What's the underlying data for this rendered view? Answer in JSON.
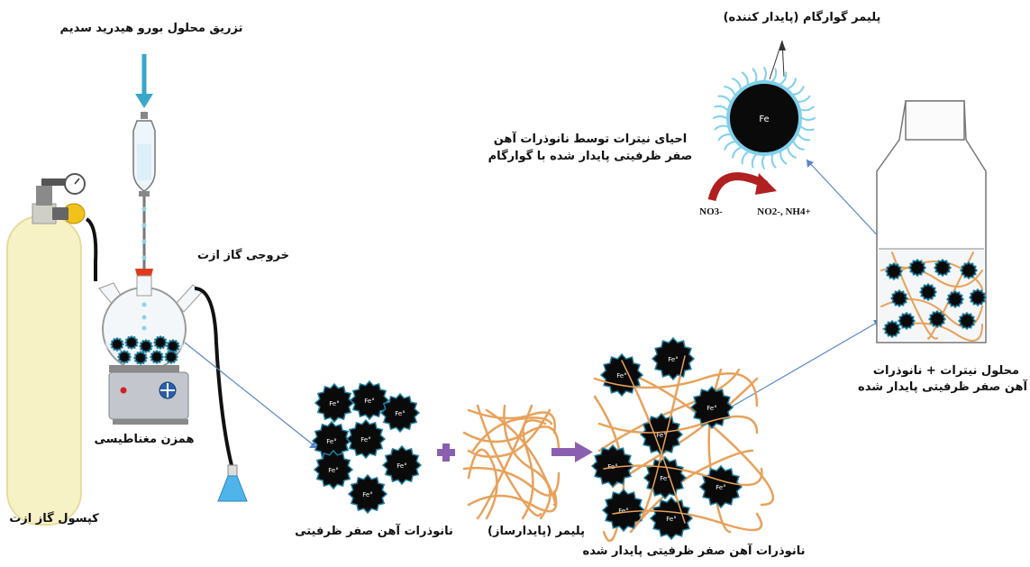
{
  "labels": {
    "injection": "تزریق محلول بورو هیدرید سدیم",
    "gas_outlet": "خروجی گاز ازت",
    "stirrer": "همزن مغناطیسی",
    "gas_capsule": "کپسول گاز ازت",
    "nzvi": "نانوذرات آهن صفر ظرفیتی",
    "polymer": "پلیمر (پایدارساز)",
    "stabilized_nzvi": "نانوذرات آهن صفر ظرفیتی پایدار شده",
    "solution_line1": "محلول نیترات + نانوذرات",
    "solution_line2": "آهن صفر ظرفیتی پایدار شده",
    "guar_polymer": "پلیمر گوارگام (پایدار کننده)",
    "reduction_line1": "احیای نیترات توسط نانوذرات آهن",
    "reduction_line2": "صفر ظرفیتی پایدار شده با گوارگام",
    "fe_core": "Fe",
    "fe_particle": "Fe°",
    "no3": "NO3-",
    "products": "NO2-, NH4+"
  },
  "colors": {
    "particle": "#0a0a0a",
    "particle_outline": "#1e7fa0",
    "fiber": "#e8a15a",
    "shell": "#7fd0ec",
    "arrow_purple": "#8b5fb0",
    "reaction_arrow": "#b02020",
    "cylinder": "#f7f1c6",
    "connector_line": "#5a86c8"
  }
}
